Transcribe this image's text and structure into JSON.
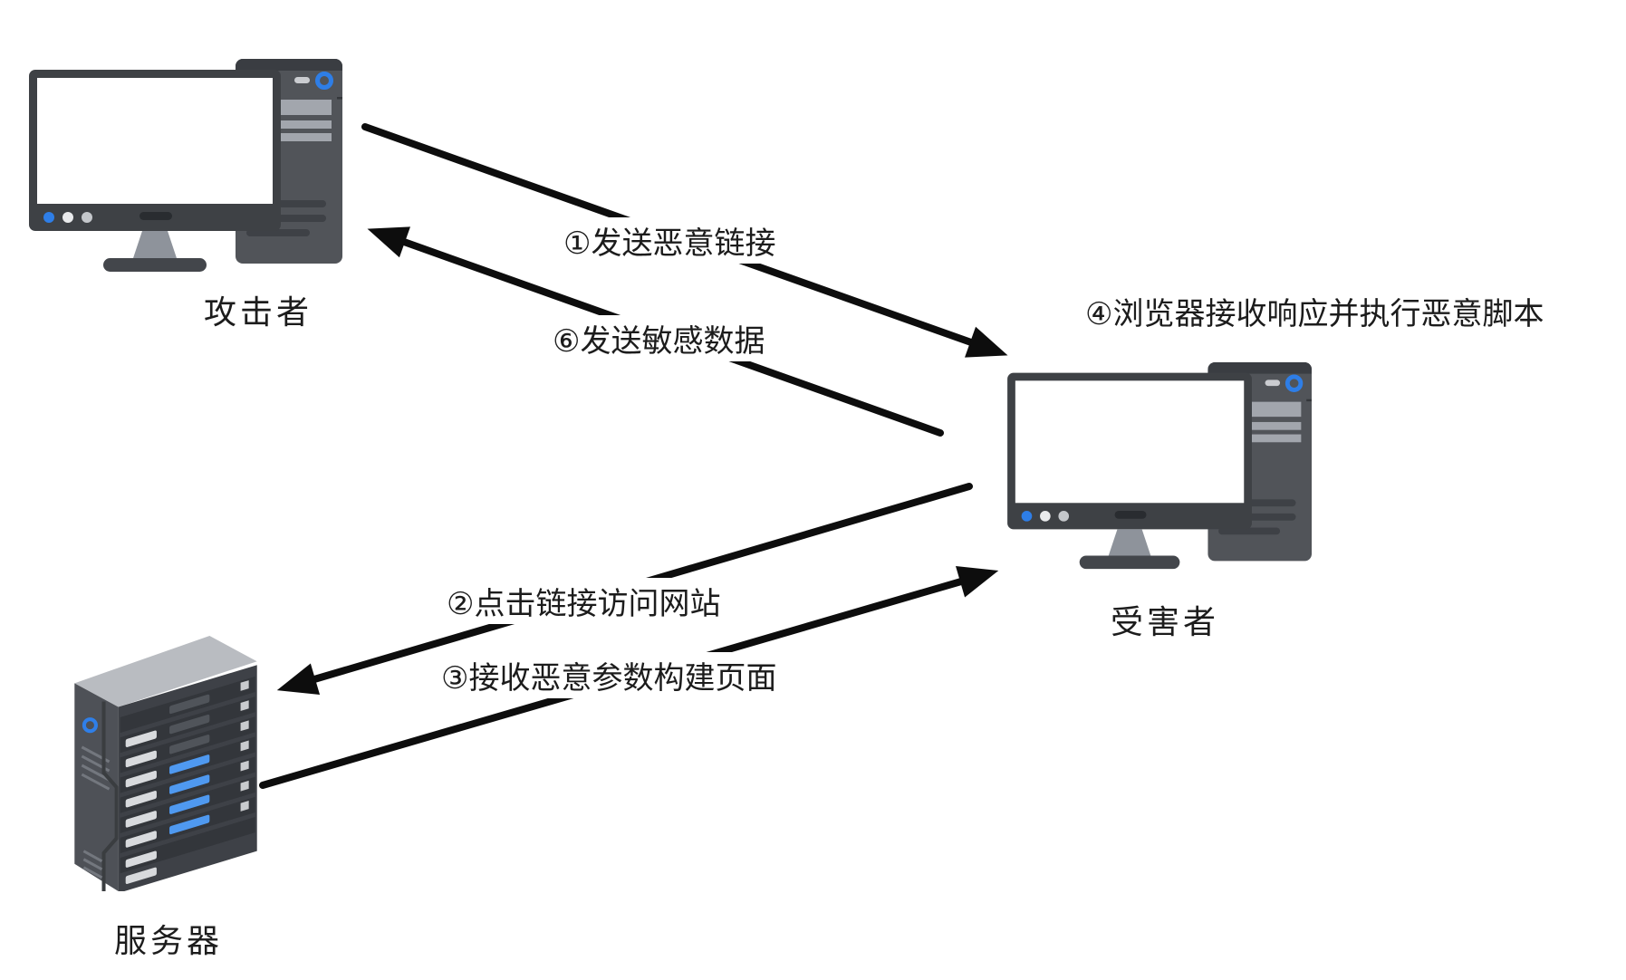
{
  "diagram_type": "xss-attack-flow",
  "nodes": {
    "attacker": {
      "label": "攻击者"
    },
    "victim": {
      "label": "受害者",
      "annotation": "④浏览器接收响应并执行恶意脚本"
    },
    "server": {
      "label": "服务器"
    }
  },
  "steps": {
    "step1": {
      "label": "①发送恶意链接",
      "from": "攻击者",
      "to": "受害者"
    },
    "step2": {
      "label": "②点击链接访问网站",
      "from": "受害者",
      "to": "服务器"
    },
    "step3": {
      "label": "③接收恶意参数构建页面",
      "from": "服务器",
      "to": "受害者"
    },
    "step6": {
      "label": "⑥发送敏感数据",
      "from": "受害者",
      "to": "攻击者"
    }
  },
  "icons": {
    "attacker": "desktop-computer-icon",
    "victim": "desktop-computer-icon",
    "server": "server-tower-icon"
  },
  "colors": {
    "background": "#ffffff",
    "arrow": "#0d0d0d",
    "text": "#1c1c1c",
    "accent_blue": "#2e7ee7",
    "screen_white": "#ffffff",
    "device_dark": "#3e4145",
    "device_gray": "#515459",
    "bay_gray": "#a2a6ad",
    "server_face": "#3e4147",
    "server_side": "#4e5157",
    "server_top": "#b9bcc1",
    "server_bar_light": "#d8dadd",
    "server_bar_blue": "#4f99f0"
  }
}
